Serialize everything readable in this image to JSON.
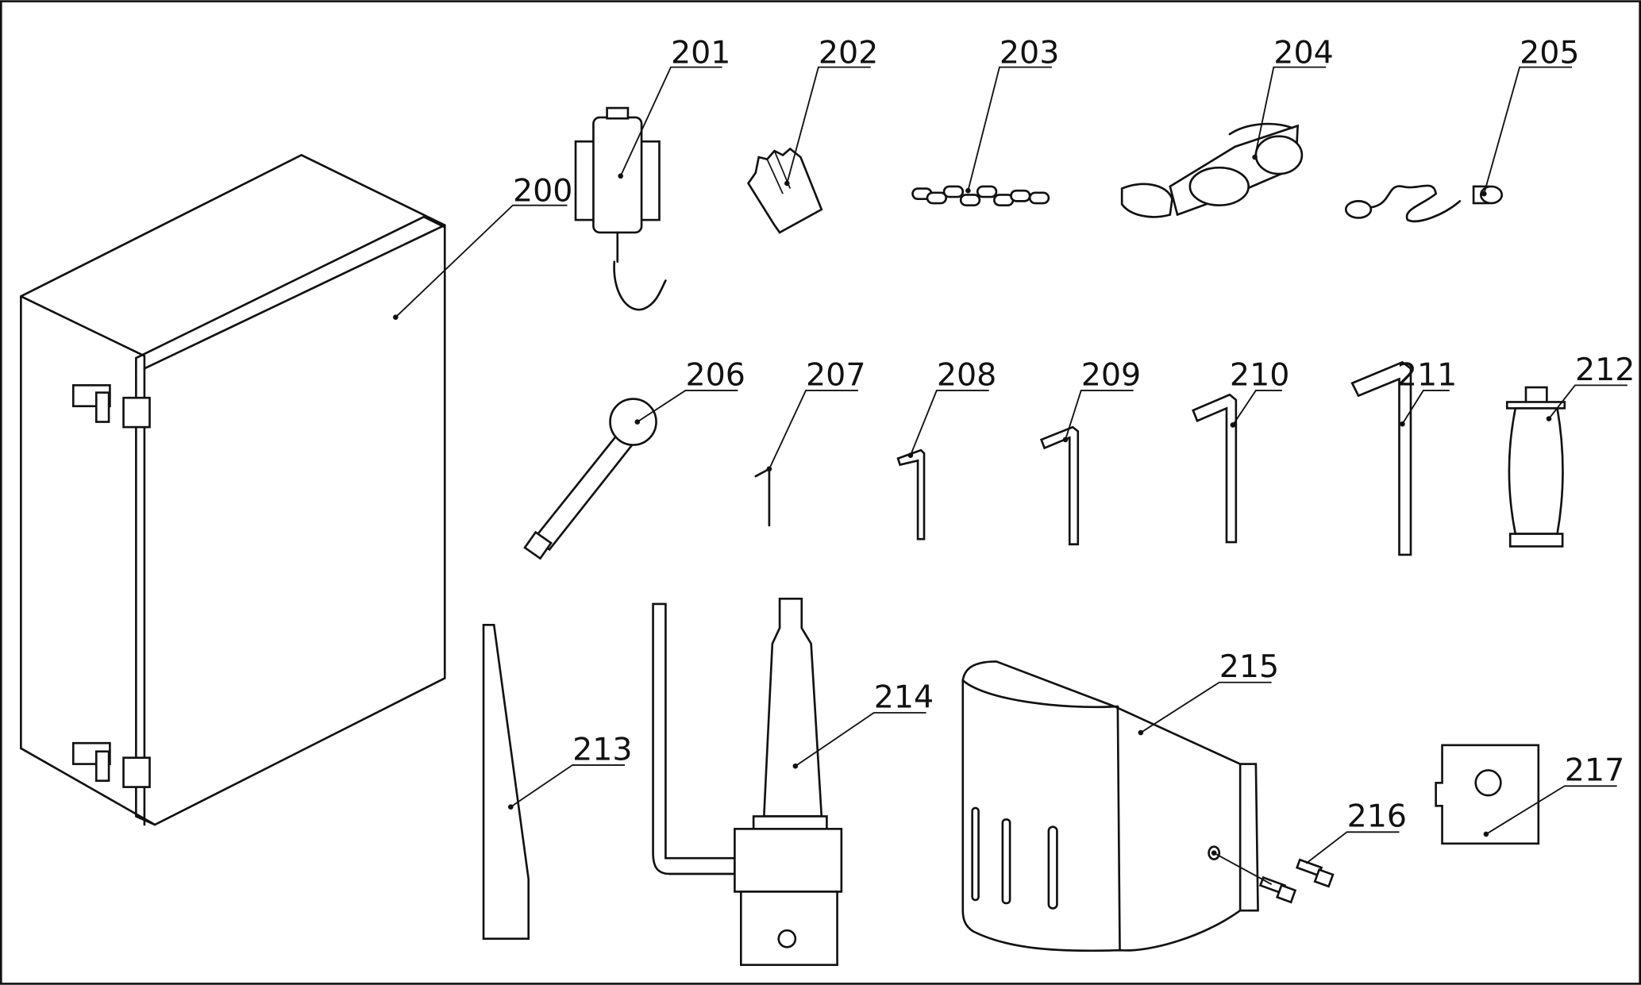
{
  "figure": {
    "labels": {
      "p200": "200",
      "p201": "201",
      "p202": "202",
      "p203": "203",
      "p204": "204",
      "p205": "205",
      "p206": "206",
      "p207": "207",
      "p208": "208",
      "p209": "209",
      "p210": "210",
      "p211": "211",
      "p212": "212",
      "p213": "213",
      "p214": "214",
      "p215": "215",
      "p216": "216",
      "p217": "217"
    },
    "line_color": "#111111",
    "background": "#ffffff"
  }
}
